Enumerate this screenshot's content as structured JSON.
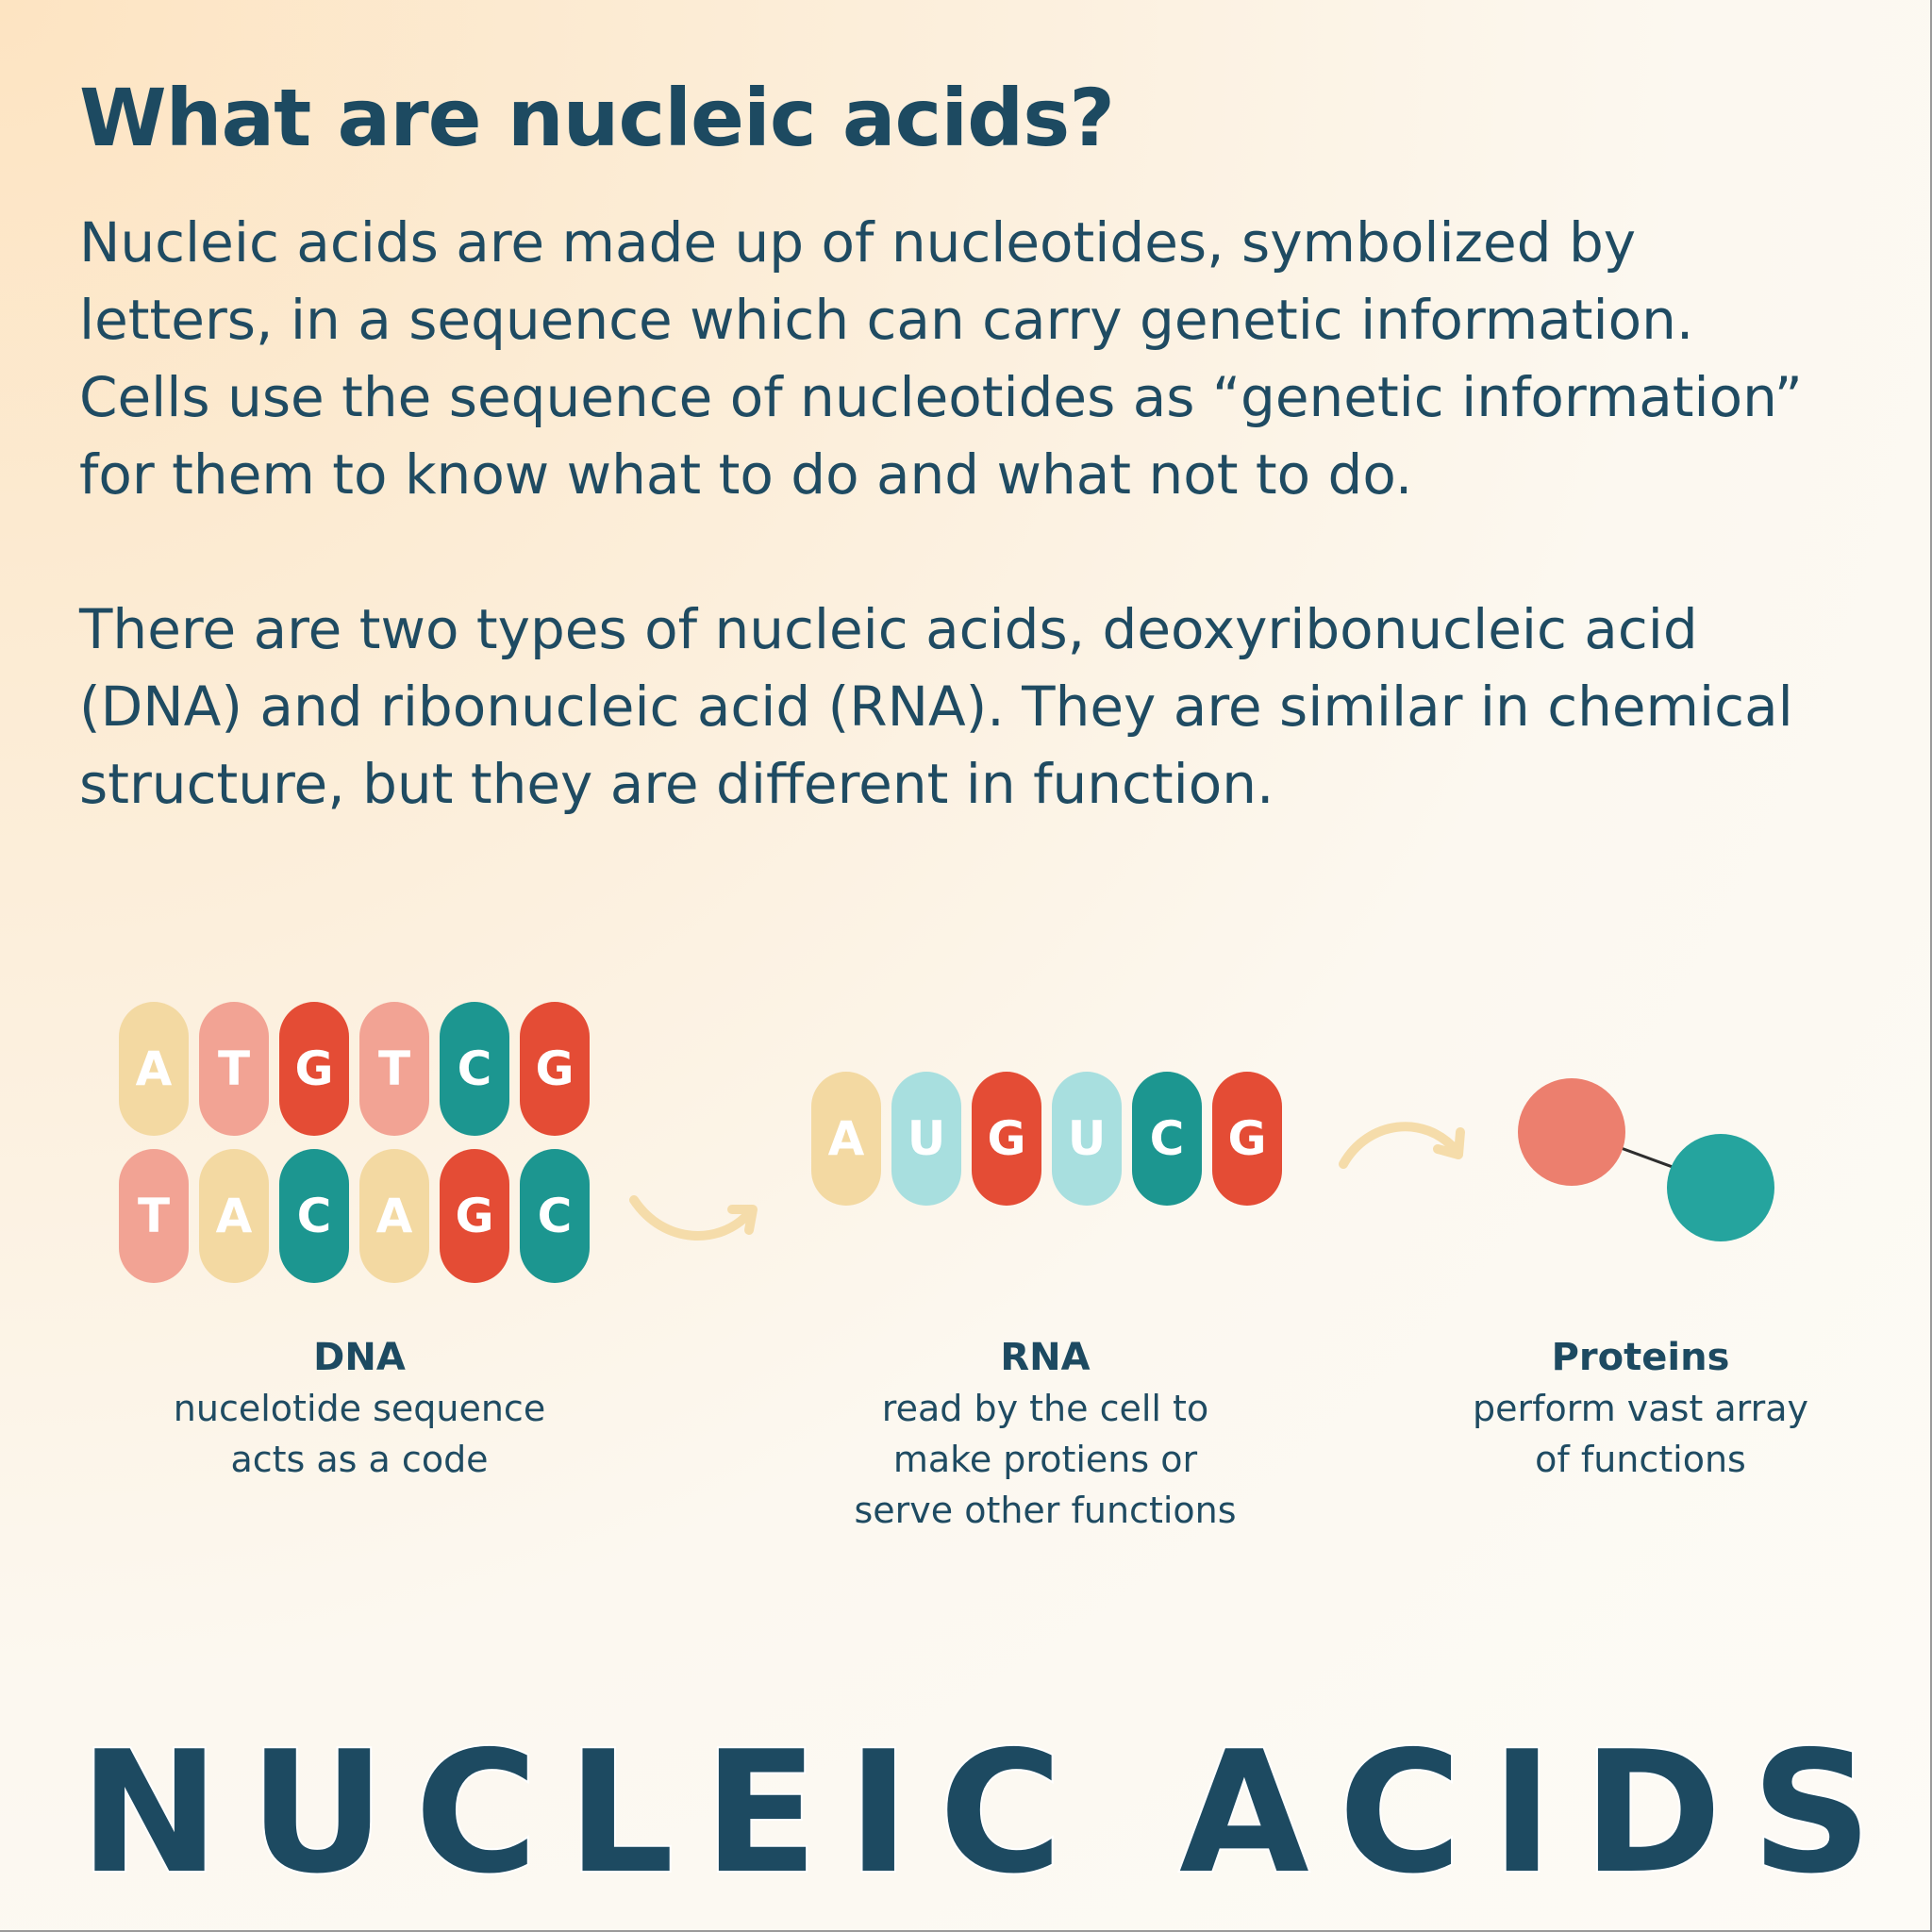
{
  "heading": "What are nucleic acids?",
  "paragraph1": [
    "Nucleic acids are made up of nucleotides, symbolized by",
    "letters, in a sequence which can carry genetic information.",
    "Cells use the sequence of nucleotides as “genetic information”",
    "for them to know what to do and what not to do."
  ],
  "paragraph2": [
    "There are two types of nucleic acids, deoxyribonucleic acid",
    "(DNA) and ribonucleic acid (RNA). They are similar in chemical",
    "structure, but they are different in function."
  ],
  "nucleotide_colors": {
    "A": "#f3d9a2",
    "T": "#f2a394",
    "G": "#e44c35",
    "C": "#1c9690",
    "U": "#a8dfdf"
  },
  "dna": {
    "strand_top": [
      "A",
      "T",
      "G",
      "T",
      "C",
      "G"
    ],
    "strand_bottom": [
      "T",
      "A",
      "C",
      "A",
      "G",
      "C"
    ],
    "name": "DNA",
    "description": [
      "nucelotide sequence",
      "acts as a code"
    ]
  },
  "rna": {
    "strand": [
      "A",
      "U",
      "G",
      "U",
      "C",
      "G"
    ],
    "name": "RNA",
    "description": [
      "read by the cell to",
      "make protiens or",
      "serve other functions"
    ]
  },
  "proteins": {
    "name": "Proteins",
    "description": [
      "perform vast array",
      "of functions"
    ],
    "colors": [
      "#ec7f6e",
      "#25a49e"
    ]
  },
  "arrow_color": "#f5dcaa",
  "footer_title": "NUCLEIC ACIDS"
}
